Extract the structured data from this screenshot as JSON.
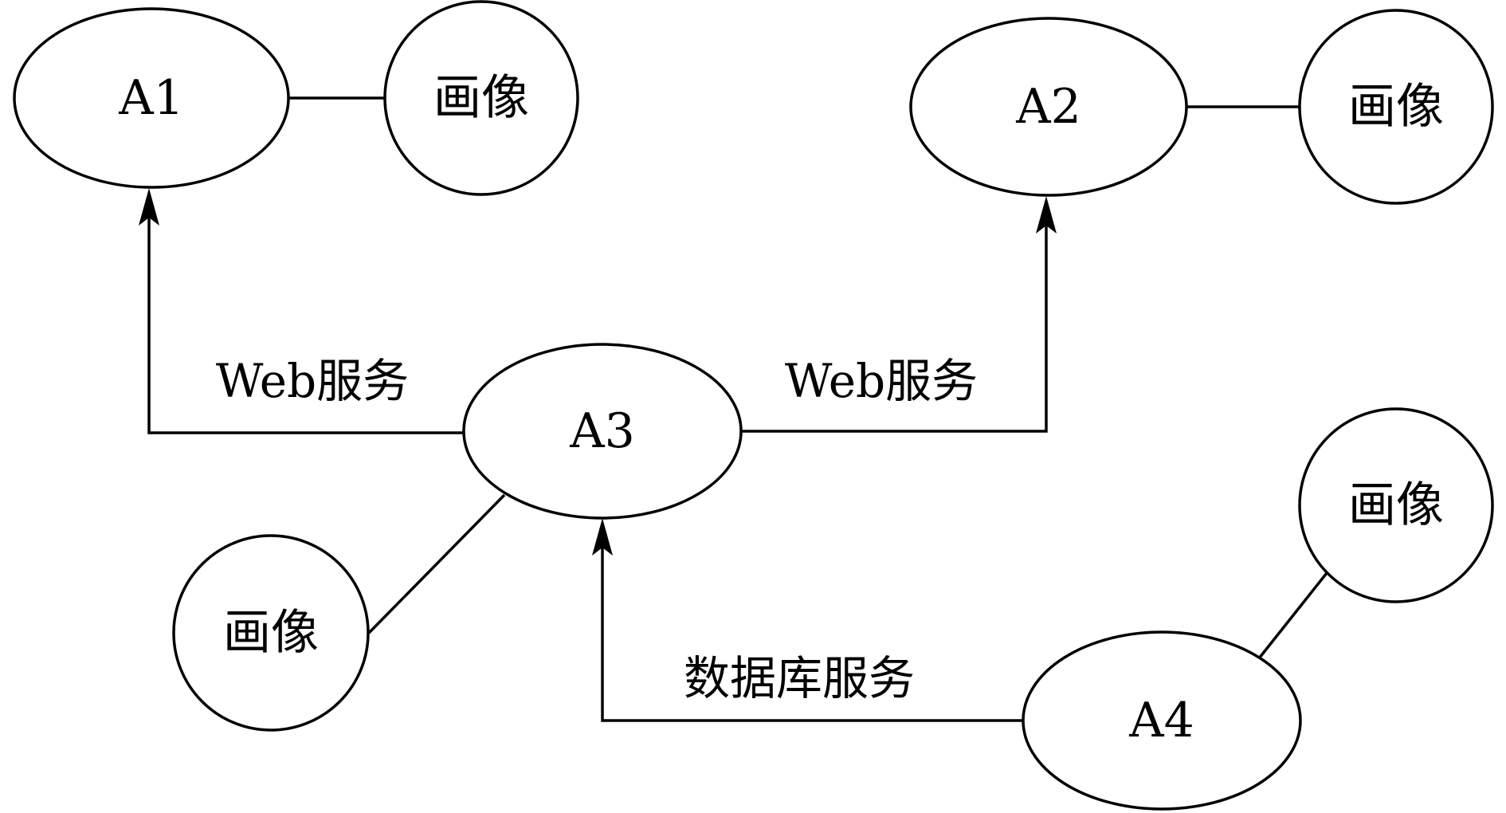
{
  "nodes": {
    "a1": "A1",
    "a2": "A2",
    "a3": "A3",
    "a4": "A4"
  },
  "profiles": {
    "a1": "画像",
    "a2": "画像",
    "a3": "画像",
    "a4": "画像"
  },
  "edges": {
    "a3_to_a1": "Web服务",
    "a3_to_a2": "Web服务",
    "a4_to_a3": "数据库服务"
  },
  "colors": {
    "stroke": "#000000",
    "background": "#ffffff"
  }
}
